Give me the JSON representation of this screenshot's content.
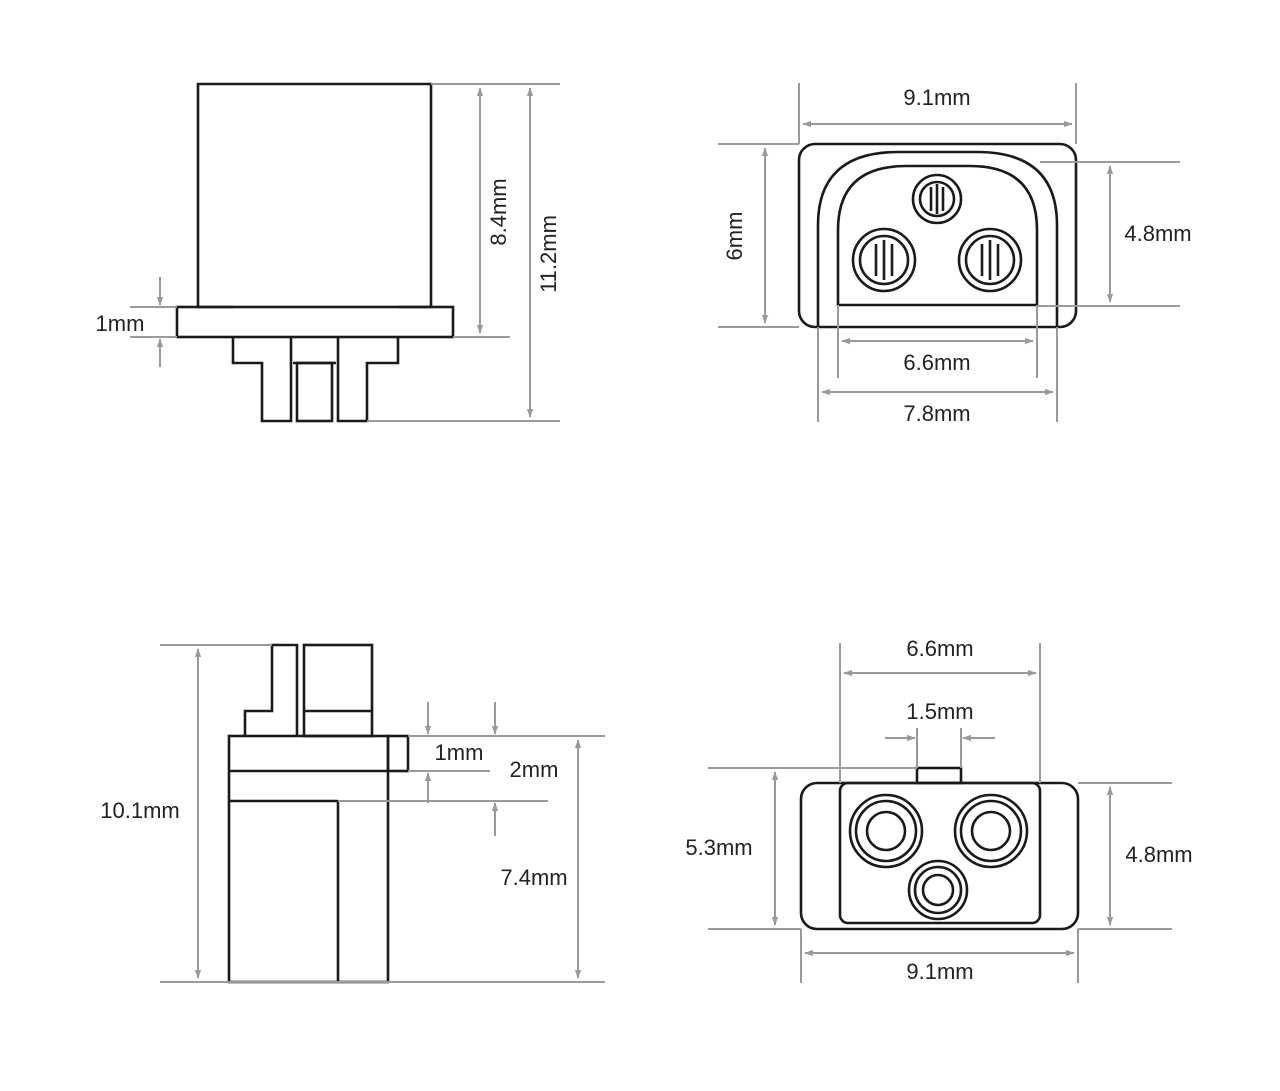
{
  "colors": {
    "outline": "#1a1a1a",
    "dimension": "#9a9a9a",
    "text": "#222222",
    "background": "#ffffff"
  },
  "views": {
    "side_top": {
      "flange_thickness": "1mm",
      "body_height": "8.4mm",
      "total_height": "11.2mm"
    },
    "front_top": {
      "width": "9.1mm",
      "height": "6mm",
      "inner_height": "4.8mm",
      "inner_width": "6.6mm",
      "base_width": "7.8mm"
    },
    "side_bottom": {
      "total_height": "10.1mm",
      "tab_height": "1mm",
      "step_height": "2mm",
      "body_height": "7.4mm"
    },
    "front_bottom": {
      "inner_width": "6.6mm",
      "key_width": "1.5mm",
      "height": "5.3mm",
      "body_height": "4.8mm",
      "width": "9.1mm"
    }
  }
}
